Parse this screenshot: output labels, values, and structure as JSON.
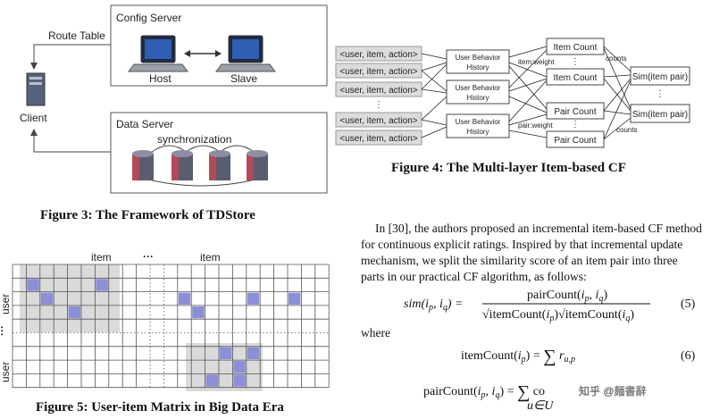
{
  "fig3": {
    "config_server": "Config Server",
    "route_table": "Route Table",
    "host": "Host",
    "slave": "Slave",
    "client": "Client",
    "data_server": "Data Server",
    "synchronization": "synchronization",
    "caption": "Figure 3: The Framework of TDStore"
  },
  "fig4": {
    "inputs": [
      "<user, item, action>",
      "<user, item, action>",
      "<user, item, action>",
      "<user, item, action>",
      "<user, item, action>"
    ],
    "dots": "⋮",
    "ubh": [
      "User Behavior History",
      "User Behavior History",
      "User Behavior History"
    ],
    "item_count": [
      "Item Count",
      "Item Count"
    ],
    "pair_count": [
      "Pair Count",
      "Pair Count"
    ],
    "sim": [
      "Sim(item pair)",
      "Sim(item pair)"
    ],
    "item_weight": "item:weight",
    "pair_weight": "pair:weight",
    "counts": "counts",
    "caption": "Figure 4: The Multi-layer Item-based CF"
  },
  "fig5": {
    "item": "item",
    "user": "user",
    "ellipsis": "···",
    "caption": "Figure 5: User-item Matrix in Big Data Era"
  },
  "text": {
    "para_lines": [
      "In [30], the authors proposed an incremental item-based CF method",
      "for continuous explicit ratings. Inspired by that incremental update",
      "mechanism, we split the similarity score of an item pair into three",
      "parts in our practical CF algorithm, as follows:"
    ],
    "eq5_lhs": "sim(i",
    "eq5_num": "pairCount(i",
    "eq5_den": "√itemCount(i",
    "eq5_no": "(5)",
    "where": "where",
    "eq6": "itemCount(i",
    "eq6_no": "(6)",
    "eq7": "pairCount(i",
    "watermark": "知乎 @麵書辭"
  },
  "colors": {
    "cell_highlight": "#8a8fd6",
    "block_shade": "#d4d4d4",
    "box_fill": "#dcdcdc"
  }
}
